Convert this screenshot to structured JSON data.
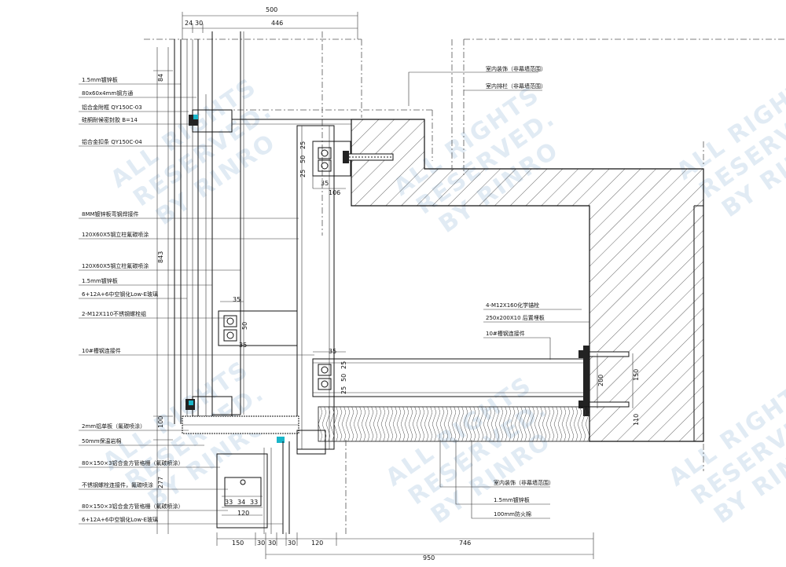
{
  "dimensions": {
    "top": [
      "500",
      "446",
      "24",
      "30"
    ],
    "left": [
      "84",
      "843",
      "100",
      "277"
    ],
    "bottom": [
      "150",
      "30",
      "30",
      "30",
      "120",
      "746",
      "950"
    ],
    "inner_bracket_upper": [
      "25",
      "50",
      "25",
      "35",
      "106"
    ],
    "inner_bracket_mid": [
      "35",
      "50",
      "35"
    ],
    "inner_bracket_lower": [
      "35",
      "25",
      "50",
      "25"
    ],
    "embedded": [
      "200",
      "150",
      "110"
    ],
    "channel": [
      "33",
      "34",
      "33",
      "120"
    ]
  },
  "labels_left": [
    "1.5mm镀锌板",
    "80x60x4mm钢方通",
    "铝合金附框 QY150C-03",
    "硅酮耐候密封胶 B=14",
    "铝合金扣条 QY150C-04",
    "8MM镀锌板弯钢焊接件",
    "120X60X5钢立柱氟碳喷涂",
    "120X60X5钢立柱氟碳喷涂",
    "1.5mm镀锌板",
    "6+12A+6中空钢化Low-E玻璃",
    "2-M12X110不锈钢螺栓组",
    "10#槽钢连接件",
    "2mm铝单板（氟碳喷涂）",
    "50mm保温岩棉",
    "80×150×3铝合金方管格栅（氟碳喷涂）",
    "不锈钢螺栓连接件，氟碳喷涂",
    "80×150×3铝合金方管格栅（氟碳喷涂）",
    "6+12A+6中空钢化Low-E玻璃"
  ],
  "labels_right": [
    "室内装饰（非幕墙范围）",
    "室内排栏（非幕墙范围）",
    "4-M12X160化学锚栓",
    "250x200X10 后置埋板",
    "10#槽钢连接件",
    "室内装饰（非幕墙范围）",
    "1.5mm镀锌板",
    "100mm防火棉"
  ],
  "watermark": [
    "ALL RIGHTS",
    "RESERVED.",
    "BY RINRO"
  ],
  "colors": {
    "line": "#111111",
    "watermark": "#c9dcec",
    "accent": "#19b5c9"
  }
}
